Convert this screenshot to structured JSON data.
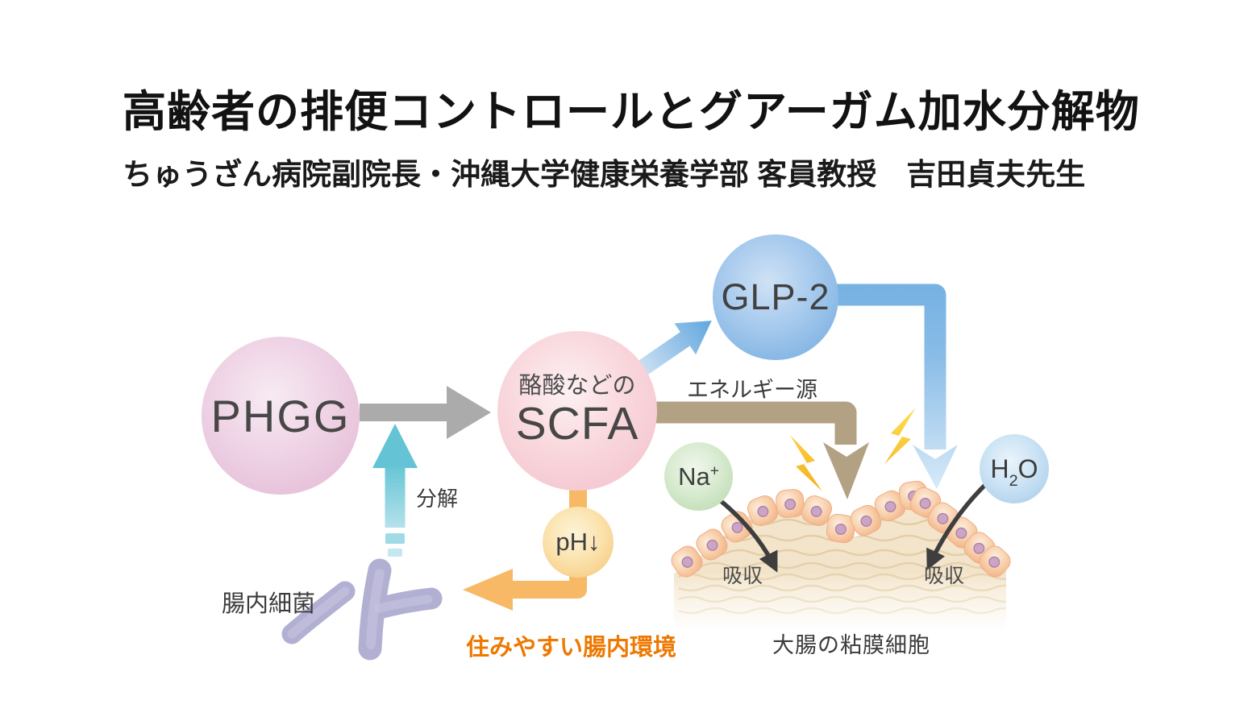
{
  "header": {
    "title": "高齢者の排便コントロールとグアーガム加水分解物",
    "subtitle": "ちゅうざん病院副院長・沖縄大学健康栄養学部 客員教授　吉田貞夫先生"
  },
  "diagram": {
    "nodes": {
      "phgg": {
        "label": "PHGG",
        "fill": "#e9c7dc"
      },
      "scfa": {
        "sublabel": "酪酸などの",
        "label": "SCFA",
        "fill": "#f6ccd5"
      },
      "glp2": {
        "label": "GLP-2",
        "fill": "#84b4e4"
      },
      "na": {
        "base": "Na",
        "sup": "+",
        "fill": "#c0dcb5"
      },
      "h2o": {
        "pre": "H",
        "sub": "2",
        "post": "O",
        "fill": "#aed1eb"
      },
      "ph": {
        "label": "pH↓",
        "fill": "#f7ca7e"
      }
    },
    "labels": {
      "energy_source": "エネルギー源",
      "decompose": "分解",
      "gut_bacteria": "腸内細菌",
      "friendly_env": "住みやすい腸内環境",
      "absorption_left": "吸収",
      "absorption_right": "吸収",
      "mucosa": "大腸の粘膜細胞"
    },
    "colors": {
      "gray_arrow": "#ababab",
      "teal_arrow": "#67c5d5",
      "diagonal_blue_arrow": "#61a6de",
      "glp2_elbow_arrow": "#75b1e2",
      "tan_arrow": "#b3a184",
      "orange_arrow": "#f7b965",
      "absorption_arrow": "#3e3e3e",
      "lightning": "#fcd12e",
      "highlight_text": "#ee7800",
      "bacteria": "#b1b0d2",
      "mucosa_cell": "#f8d0ac",
      "tissue_band": "#f3e5ca"
    }
  }
}
